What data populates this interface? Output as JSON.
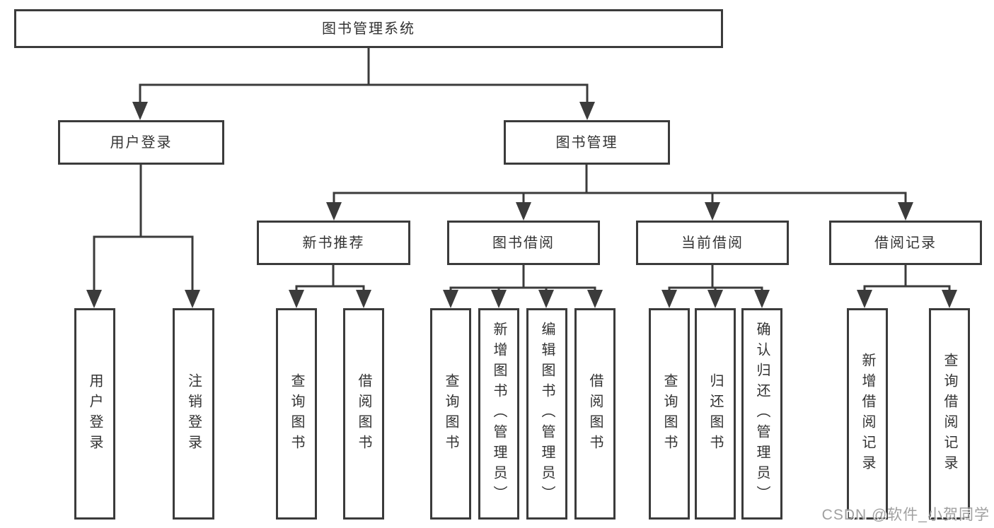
{
  "colors": {
    "line": "#3b3b3b",
    "text": "#333333",
    "watermark": "#a0a0a0"
  },
  "root": {
    "label": "图书管理系统"
  },
  "branches": [
    {
      "label": "用户登录",
      "children": [
        {
          "label": "用户登录"
        },
        {
          "label": "注销登录"
        }
      ]
    },
    {
      "label": "图书管理",
      "modules": [
        {
          "label": "新书推荐",
          "children": [
            {
              "label": "查询图书"
            },
            {
              "label": "借阅图书"
            }
          ]
        },
        {
          "label": "图书借阅",
          "children": [
            {
              "label": "查询图书"
            },
            {
              "label": "新增图书（管理员）"
            },
            {
              "label": "编辑图书（管理员）"
            },
            {
              "label": "借阅图书"
            }
          ]
        },
        {
          "label": "当前借阅",
          "children": [
            {
              "label": "查询图书"
            },
            {
              "label": "归还图书"
            },
            {
              "label": "确认归还（管理员）"
            }
          ]
        },
        {
          "label": "借阅记录",
          "children": [
            {
              "label": "新增借阅记录"
            },
            {
              "label": "查询借阅记录"
            }
          ]
        }
      ]
    }
  ],
  "watermark": "CSDN @软件_小贺同学"
}
